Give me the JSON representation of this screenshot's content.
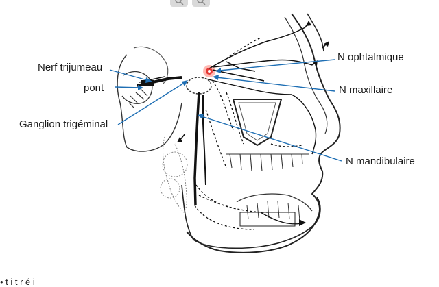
{
  "labels": {
    "trigeminal_nerve": "Nerf trijumeau",
    "pons": "pont",
    "trigeminal_ganglion": "Ganglion trigéminal",
    "ophthalmic": "N ophtalmique",
    "maxillary": "N maxillaire",
    "mandibular": "N mandibulaire"
  },
  "toolbar": {
    "zoom_in_icon": "zoom-in-icon",
    "zoom_out_icon": "zoom-out-icon"
  },
  "footer": {
    "partial_text": "• t i t   r    é   i"
  },
  "colors": {
    "arrow": "#1f6fb4",
    "ganglion_highlight": "#e53935",
    "lines": "#111111"
  }
}
